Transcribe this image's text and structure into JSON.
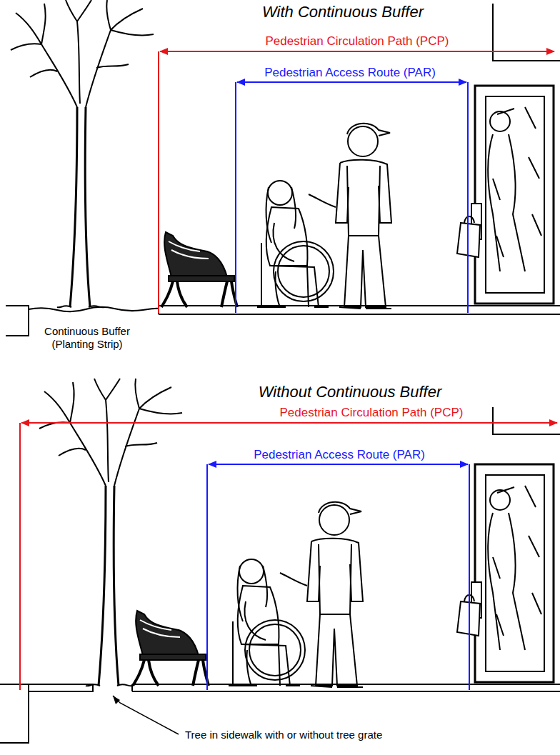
{
  "diagram": {
    "labels": [
      "With Continuous Buffer",
      "Pedestrian Circulation Path (PCP)",
      "Pedestrian Access Route (PAR)",
      "Continuous Buffer (Planting Strip)",
      "Without Continuous Buffer",
      "Pedestrian Circulation Path (PCP)",
      "Pedestrian Access Route (PAR)",
      "Tree in sidewalk with or without tree grate"
    ]
  }
}
